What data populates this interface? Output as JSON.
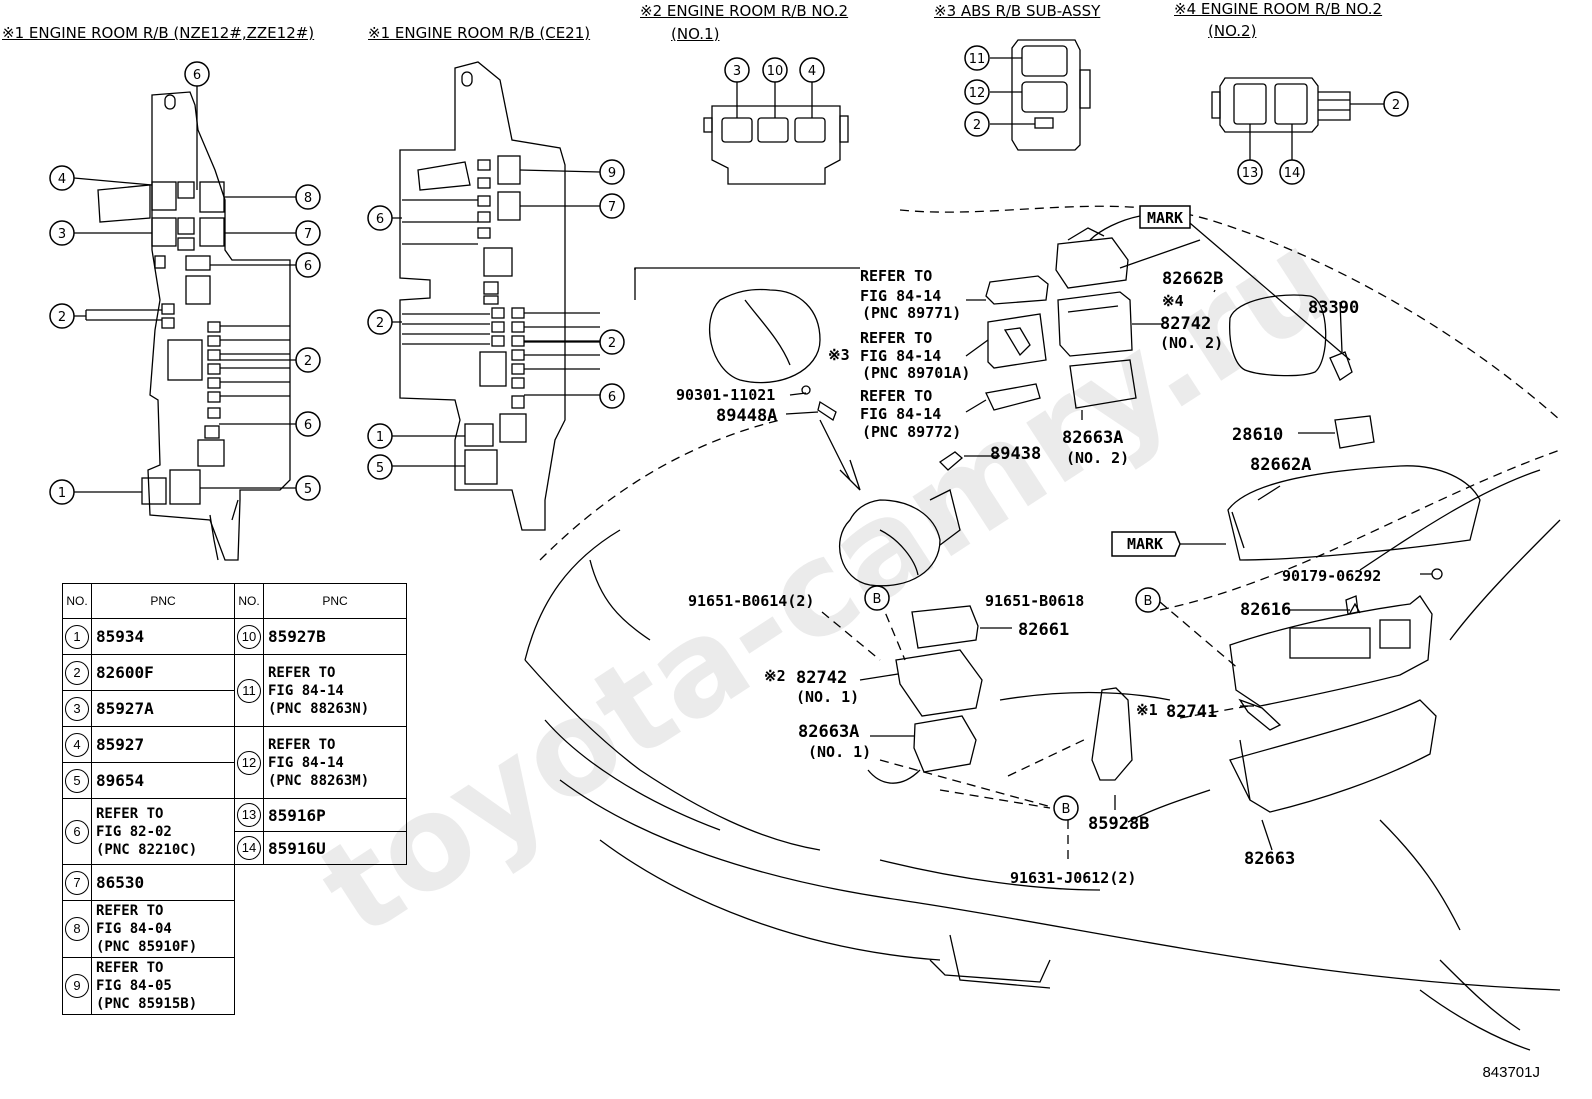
{
  "headers": [
    {
      "id": "h1",
      "text": "※1  ENGINE ROOM R/B (NZE12#,ZZE12#)"
    },
    {
      "id": "h2",
      "text": "※1 ENGINE ROOM R/B (CE21)"
    },
    {
      "id": "h3a",
      "text": "※2 ENGINE ROOM R/B NO.2"
    },
    {
      "id": "h3b",
      "text": "(NO.1)"
    },
    {
      "id": "h4",
      "text": "※3 ABS R/B SUB-ASSY"
    },
    {
      "id": "h5a",
      "text": "※4 ENGINE ROOM R/B NO.2"
    },
    {
      "id": "h5b",
      "text": "(NO.2)"
    }
  ],
  "callouts": {
    "b1": [
      "6",
      "4",
      "3",
      "6",
      "2",
      "2",
      "6",
      "1",
      "5",
      "8",
      "7"
    ],
    "b2": [
      "9",
      "7",
      "6",
      "2",
      "2",
      "6",
      "1",
      "5"
    ],
    "b3": [
      "3",
      "10",
      "4"
    ],
    "b4": [
      "11",
      "12",
      "2"
    ],
    "b5": [
      "2",
      "13",
      "14"
    ]
  },
  "part_labels": {
    "refer_to": "REFER TO",
    "fig_84_14": "FIG 84-14",
    "pnc_89771": "(PNC 89771)",
    "pnc_89701a": "(PNC 89701A)",
    "pnc_89772": "(PNC 89772)",
    "mark3": "※3",
    "mark4": "※4",
    "mark_top": "MARK",
    "mark_bottom": "MARK",
    "p82662b": "82662B",
    "p82742_no2": "82742",
    "no2": "(NO. 2)",
    "p83390": "83390",
    "p90301": "90301-11021",
    "p89448a": "89448A",
    "p89438": "89438",
    "p82663a_no2": "82663A",
    "no2b": "(NO. 2)",
    "p28610": "28610",
    "p82662a": "82662A",
    "p90179": "90179-06292",
    "p91651a": "91651-B0614(2)",
    "p91651b": "91651-B0618",
    "bolt": "B",
    "p82616": "82616",
    "p82661": "82661",
    "mark2": "※2",
    "p82742_no1": "82742",
    "no1": "(NO. 1)",
    "p82663a_no1": "82663A",
    "no1b": "(NO. 1)",
    "mark1": "※1",
    "p82741": "82741",
    "p85928b": "85928B",
    "p82663": "82663",
    "p91631": "91631-J0612(2)"
  },
  "table": {
    "col_no": "NO.",
    "col_pnc": "PNC",
    "left_rows": [
      {
        "no": "1",
        "pnc": [
          "85934"
        ]
      },
      {
        "no": "2",
        "pnc": [
          "82600F"
        ]
      },
      {
        "no": "3",
        "pnc": [
          "85927A"
        ]
      },
      {
        "no": "4",
        "pnc": [
          "85927"
        ]
      },
      {
        "no": "5",
        "pnc": [
          "89654"
        ]
      },
      {
        "no": "6",
        "pnc": [
          "REFER TO",
          "FIG  82-02",
          "(PNC 82210C)"
        ]
      },
      {
        "no": "7",
        "pnc": [
          "86530"
        ]
      },
      {
        "no": "8",
        "pnc": [
          "REFER TO",
          "FIG  84-04",
          "(PNC 85910F)"
        ]
      },
      {
        "no": "9",
        "pnc": [
          "REFER TO",
          "FIG  84-05",
          "(PNC 85915B)"
        ]
      }
    ],
    "right_rows": [
      {
        "no": "10",
        "pnc": [
          "85927B"
        ]
      },
      {
        "no": "11",
        "pnc": [
          "REFER TO",
          "FIG 84-14",
          "(PNC 88263N)"
        ]
      },
      {
        "no": "12",
        "pnc": [
          "REFER TO",
          "FIG 84-14",
          "(PNC 88263M)"
        ]
      },
      {
        "no": "13",
        "pnc": [
          "85916P"
        ]
      },
      {
        "no": "14",
        "pnc": [
          "85916U"
        ]
      }
    ]
  },
  "watermark": "toyota-camry.ru",
  "drawing_code": "843701J"
}
